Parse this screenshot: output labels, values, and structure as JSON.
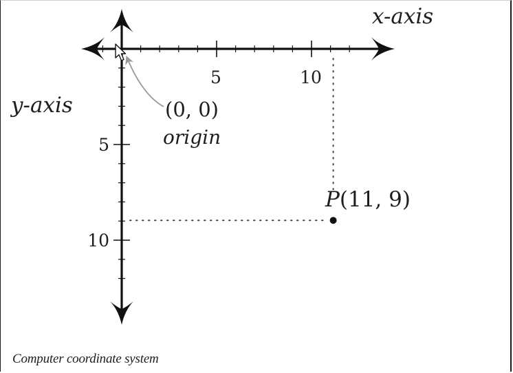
{
  "diagram": {
    "x_axis_label": "x-axis",
    "y_axis_label": "y-axis",
    "x_ticks": [
      {
        "value": 5,
        "label": "5"
      },
      {
        "value": 10,
        "label": "10"
      }
    ],
    "y_ticks": [
      {
        "value": 5,
        "label": "5"
      },
      {
        "value": 10,
        "label": "10"
      }
    ],
    "origin": {
      "coords_label": "(0, 0)",
      "name_label": "origin"
    },
    "point": {
      "name": "P",
      "coords_label": "(11, 9)",
      "x": 11,
      "y": 9
    },
    "colors": {
      "axis": "#111111",
      "text": "#1e1e1e",
      "annotation_arrow": "#9a9a9a",
      "dotted_guide": "#444444"
    }
  },
  "caption": "Computer coordinate system",
  "cursor": {
    "icon": "arrow-cursor-icon"
  }
}
